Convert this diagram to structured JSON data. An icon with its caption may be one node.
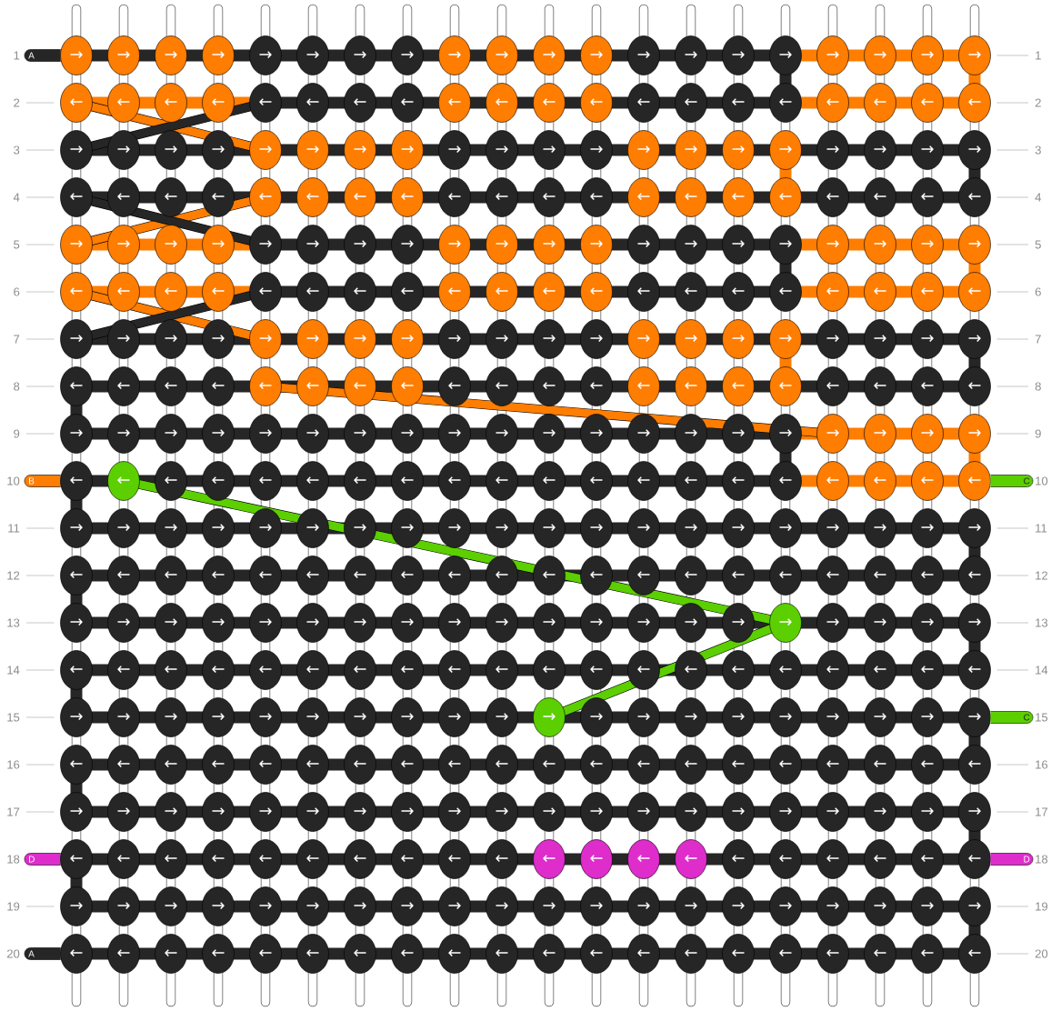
{
  "diagram": {
    "nodes": [
      {
        "text": [
          "A"
        ]
      },
      {
        "text": [
          "→"
        ]
      },
      {
        "text": [
          "→"
        ]
      },
      {
        "text": [
          "→"
        ]
      },
      {
        "text": [
          "→"
        ]
      },
      {
        "text": [
          "→"
        ]
      },
      {
        "text": [
          "→"
        ]
      },
      {
        "text": [
          "→"
        ]
      },
      {
        "text": [
          "→"
        ]
      },
      {
        "text": [
          "→"
        ]
      },
      {
        "text": [
          "→"
        ]
      },
      {
        "text": [
          "→"
        ]
      },
      {
        "text": [
          "→"
        ]
      },
      {
        "text": [
          "→"
        ]
      },
      {
        "text": [
          "→"
        ]
      },
      {
        "text": [
          "→"
        ]
      },
      {
        "text": [
          "→"
        ]
      },
      {
        "text": [
          "→"
        ]
      },
      {
        "text": [
          "→"
        ]
      },
      {
        "text": [
          "→"
        ]
      },
      {
        "text": [
          "→"
        ]
      },
      {
        "text": [
          "←"
        ]
      },
      {
        "text": [
          "←"
        ]
      },
      {
        "text": [
          "←"
        ]
      },
      {
        "text": [
          "←"
        ]
      },
      {
        "text": [
          "←"
        ]
      },
      {
        "text": [
          "←"
        ]
      },
      {
        "text": [
          "←"
        ]
      },
      {
        "text": [
          "←"
        ]
      },
      {
        "text": [
          "←"
        ]
      },
      {
        "text": [
          "←"
        ]
      },
      {
        "text": [
          "←"
        ]
      },
      {
        "text": [
          "←"
        ]
      },
      {
        "text": [
          "←"
        ]
      },
      {
        "text": [
          "←"
        ]
      },
      {
        "text": [
          "←"
        ]
      },
      {
        "text": [
          "←"
        ]
      },
      {
        "text": [
          "←"
        ]
      },
      {
        "text": [
          "←"
        ]
      },
      {
        "text": [
          "←"
        ]
      },
      {
        "text": [
          "←"
        ]
      },
      {
        "text": [
          "→"
        ]
      },
      {
        "text": [
          "→"
        ]
      },
      {
        "text": [
          "→"
        ]
      },
      {
        "text": [
          "→"
        ]
      },
      {
        "text": [
          "→"
        ]
      },
      {
        "text": [
          "→"
        ]
      },
      {
        "text": [
          "→"
        ]
      },
      {
        "text": [
          "→"
        ]
      },
      {
        "text": [
          "→"
        ]
      },
      {
        "text": [
          "→"
        ]
      },
      {
        "text": [
          "→"
        ]
      },
      {
        "text": [
          "→"
        ]
      },
      {
        "text": [
          "→"
        ]
      },
      {
        "text": [
          "→"
        ]
      },
      {
        "text": [
          "→"
        ]
      },
      {
        "text": [
          "→"
        ]
      },
      {
        "text": [
          "→"
        ]
      },
      {
        "text": [
          "→"
        ]
      },
      {
        "text": [
          "→"
        ]
      },
      {
        "text": [
          "→"
        ]
      },
      {
        "text": [
          "←"
        ]
      },
      {
        "text": [
          "←"
        ]
      },
      {
        "text": [
          "←"
        ]
      },
      {
        "text": [
          "←"
        ]
      },
      {
        "text": [
          "←"
        ]
      },
      {
        "text": [
          "←"
        ]
      },
      {
        "text": [
          "←"
        ]
      },
      {
        "text": [
          "←"
        ]
      },
      {
        "text": [
          "←"
        ]
      },
      {
        "text": [
          "←"
        ]
      },
      {
        "text": [
          "←"
        ]
      },
      {
        "text": [
          "←"
        ]
      },
      {
        "text": [
          "←"
        ]
      },
      {
        "text": [
          "←"
        ]
      },
      {
        "text": [
          "←"
        ]
      },
      {
        "text": [
          "←"
        ]
      },
      {
        "text": [
          "←"
        ]
      },
      {
        "text": [
          "←"
        ]
      },
      {
        "text": [
          "←"
        ]
      },
      {
        "text": [
          "←"
        ]
      },
      {
        "text": [
          "→"
        ]
      },
      {
        "text": [
          "→"
        ]
      },
      {
        "text": [
          "→"
        ]
      },
      {
        "text": [
          "→"
        ]
      },
      {
        "text": [
          "→"
        ]
      },
      {
        "text": [
          "→"
        ]
      },
      {
        "text": [
          "→"
        ]
      },
      {
        "text": [
          "→"
        ]
      },
      {
        "text": [
          "→"
        ]
      },
      {
        "text": [
          "→"
        ]
      },
      {
        "text": [
          "→"
        ]
      },
      {
        "text": [
          "→"
        ]
      },
      {
        "text": [
          "→"
        ]
      },
      {
        "text": [
          "→"
        ]
      },
      {
        "text": [
          "→"
        ]
      },
      {
        "text": [
          "→"
        ]
      },
      {
        "text": [
          "→"
        ]
      },
      {
        "text": [
          "→"
        ]
      },
      {
        "text": [
          "→"
        ]
      },
      {
        "text": [
          "→"
        ]
      },
      {
        "text": [
          "←"
        ]
      },
      {
        "text": [
          "←"
        ]
      },
      {
        "text": [
          "←"
        ]
      },
      {
        "text": [
          "←"
        ]
      },
      {
        "text": [
          "←"
        ]
      },
      {
        "text": [
          "←"
        ]
      },
      {
        "text": [
          "←"
        ]
      },
      {
        "text": [
          "←"
        ]
      },
      {
        "text": [
          "←"
        ]
      },
      {
        "text": [
          "←"
        ]
      },
      {
        "text": [
          "←"
        ]
      },
      {
        "text": [
          "←"
        ]
      },
      {
        "text": [
          "←"
        ]
      },
      {
        "text": [
          "←"
        ]
      },
      {
        "text": [
          "←"
        ]
      },
      {
        "text": [
          "←"
        ]
      },
      {
        "text": [
          "←"
        ]
      },
      {
        "text": [
          "←"
        ]
      },
      {
        "text": [
          "←"
        ]
      },
      {
        "text": [
          "←"
        ]
      },
      {
        "text": [
          "→"
        ]
      },
      {
        "text": [
          "→"
        ]
      },
      {
        "text": [
          "→"
        ]
      },
      {
        "text": [
          "→"
        ]
      },
      {
        "text": [
          "→"
        ]
      },
      {
        "text": [
          "→"
        ]
      },
      {
        "text": [
          "→"
        ]
      },
      {
        "text": [
          "→"
        ]
      },
      {
        "text": [
          "→"
        ]
      },
      {
        "text": [
          "→"
        ]
      },
      {
        "text": [
          "→"
        ]
      },
      {
        "text": [
          "→"
        ]
      },
      {
        "text": [
          "→"
        ]
      },
      {
        "text": [
          "→"
        ]
      },
      {
        "text": [
          "→"
        ]
      },
      {
        "text": [
          "→"
        ]
      },
      {
        "text": [
          "→"
        ]
      },
      {
        "text": [
          "→"
        ]
      },
      {
        "text": [
          "→"
        ]
      },
      {
        "text": [
          "→"
        ]
      },
      {
        "text": [
          "←"
        ]
      },
      {
        "text": [
          "←"
        ]
      },
      {
        "text": [
          "←"
        ]
      },
      {
        "text": [
          "←"
        ]
      },
      {
        "text": [
          "←"
        ]
      },
      {
        "text": [
          "←"
        ]
      },
      {
        "text": [
          "←"
        ]
      },
      {
        "text": [
          "←"
        ]
      },
      {
        "text": [
          "←"
        ]
      },
      {
        "text": [
          "←"
        ]
      },
      {
        "text": [
          "←"
        ]
      },
      {
        "text": [
          "←"
        ]
      },
      {
        "text": [
          "←"
        ]
      },
      {
        "text": [
          "←"
        ]
      },
      {
        "text": [
          "←"
        ]
      },
      {
        "text": [
          "←"
        ]
      },
      {
        "text": [
          "←"
        ]
      },
      {
        "text": [
          "←"
        ]
      },
      {
        "text": [
          "←"
        ]
      },
      {
        "text": [
          "←"
        ]
      },
      {
        "text": [
          "→"
        ]
      },
      {
        "text": [
          "→"
        ]
      },
      {
        "text": [
          "→"
        ]
      },
      {
        "text": [
          "→"
        ]
      },
      {
        "text": [
          "→"
        ]
      },
      {
        "text": [
          "→"
        ]
      },
      {
        "text": [
          "→"
        ]
      },
      {
        "text": [
          "→"
        ]
      },
      {
        "text": [
          "→"
        ]
      },
      {
        "text": [
          "→"
        ]
      },
      {
        "text": [
          "→"
        ]
      },
      {
        "text": [
          "→"
        ]
      },
      {
        "text": [
          "→"
        ]
      },
      {
        "text": [
          "→"
        ]
      },
      {
        "text": [
          "→"
        ]
      },
      {
        "text": [
          "→"
        ]
      },
      {
        "text": [
          "→"
        ]
      },
      {
        "text": [
          "→"
        ]
      },
      {
        "text": [
          "→"
        ]
      },
      {
        "text": [
          "→"
        ]
      },
      {
        "text": [
          "B"
        ]
      },
      {
        "text": [
          "←"
        ]
      },
      {
        "text": [
          "←"
        ]
      },
      {
        "text": [
          "←"
        ]
      },
      {
        "text": [
          "←"
        ]
      },
      {
        "text": [
          "←"
        ]
      },
      {
        "text": [
          "←"
        ]
      },
      {
        "text": [
          "←"
        ]
      },
      {
        "text": [
          "←"
        ]
      },
      {
        "text": [
          "←"
        ]
      },
      {
        "text": [
          "←"
        ]
      },
      {
        "text": [
          "←"
        ]
      },
      {
        "text": [
          "←"
        ]
      },
      {
        "text": [
          "←"
        ]
      },
      {
        "text": [
          "←"
        ]
      },
      {
        "text": [
          "←"
        ]
      },
      {
        "text": [
          "←"
        ]
      },
      {
        "text": [
          "←"
        ]
      },
      {
        "text": [
          "←"
        ]
      },
      {
        "text": [
          "←"
        ]
      },
      {
        "text": [
          "←"
        ]
      },
      {
        "text": [
          "C"
        ]
      },
      {
        "text": [
          "→"
        ]
      },
      {
        "text": [
          "→"
        ]
      },
      {
        "text": [
          "→"
        ]
      },
      {
        "text": [
          "→"
        ]
      },
      {
        "text": [
          "→"
        ]
      },
      {
        "text": [
          "→"
        ]
      },
      {
        "text": [
          "→"
        ]
      },
      {
        "text": [
          "→"
        ]
      },
      {
        "text": [
          "→"
        ]
      },
      {
        "text": [
          "→"
        ]
      },
      {
        "text": [
          "→"
        ]
      },
      {
        "text": [
          "→"
        ]
      },
      {
        "text": [
          "→"
        ]
      },
      {
        "text": [
          "→"
        ]
      },
      {
        "text": [
          "→"
        ]
      },
      {
        "text": [
          "→"
        ]
      },
      {
        "text": [
          "→"
        ]
      },
      {
        "text": [
          "→"
        ]
      },
      {
        "text": [
          "→"
        ]
      },
      {
        "text": [
          "→"
        ]
      },
      {
        "text": [
          "←"
        ]
      },
      {
        "text": [
          "←"
        ]
      },
      {
        "text": [
          "←"
        ]
      },
      {
        "text": [
          "←"
        ]
      },
      {
        "text": [
          "←"
        ]
      },
      {
        "text": [
          "←"
        ]
      },
      {
        "text": [
          "←"
        ]
      },
      {
        "text": [
          "←"
        ]
      },
      {
        "text": [
          "←"
        ]
      },
      {
        "text": [
          "←"
        ]
      },
      {
        "text": [
          "←"
        ]
      },
      {
        "text": [
          "←"
        ]
      },
      {
        "text": [
          "←"
        ]
      },
      {
        "text": [
          "←"
        ]
      },
      {
        "text": [
          "←"
        ]
      },
      {
        "text": [
          "←"
        ]
      },
      {
        "text": [
          "←"
        ]
      },
      {
        "text": [
          "←"
        ]
      },
      {
        "text": [
          "←"
        ]
      },
      {
        "text": [
          "←"
        ]
      },
      {
        "text": [
          "→"
        ]
      },
      {
        "text": [
          "→"
        ]
      },
      {
        "text": [
          "→"
        ]
      },
      {
        "text": [
          "→"
        ]
      },
      {
        "text": [
          "→"
        ]
      },
      {
        "text": [
          "→"
        ]
      },
      {
        "text": [
          "→"
        ]
      },
      {
        "text": [
          "→"
        ]
      },
      {
        "text": [
          "→"
        ]
      },
      {
        "text": [
          "→"
        ]
      },
      {
        "text": [
          "→"
        ]
      },
      {
        "text": [
          "→"
        ]
      },
      {
        "text": [
          "→"
        ]
      },
      {
        "text": [
          "→"
        ]
      },
      {
        "text": [
          "→"
        ]
      },
      {
        "text": [
          "→"
        ]
      },
      {
        "text": [
          "→"
        ]
      },
      {
        "text": [
          "→"
        ]
      },
      {
        "text": [
          "→"
        ]
      },
      {
        "text": [
          "→"
        ]
      },
      {
        "text": [
          "←"
        ]
      },
      {
        "text": [
          "←"
        ]
      },
      {
        "text": [
          "←"
        ]
      },
      {
        "text": [
          "←"
        ]
      },
      {
        "text": [
          "←"
        ]
      },
      {
        "text": [
          "←"
        ]
      },
      {
        "text": [
          "←"
        ]
      },
      {
        "text": [
          "←"
        ]
      },
      {
        "text": [
          "←"
        ]
      },
      {
        "text": [
          "←"
        ]
      },
      {
        "text": [
          "←"
        ]
      },
      {
        "text": [
          "←"
        ]
      },
      {
        "text": [
          "←"
        ]
      },
      {
        "text": [
          "←"
        ]
      },
      {
        "text": [
          "←"
        ]
      },
      {
        "text": [
          "←"
        ]
      },
      {
        "text": [
          "←"
        ]
      },
      {
        "text": [
          "←"
        ]
      },
      {
        "text": [
          "←"
        ]
      },
      {
        "text": [
          "←"
        ]
      },
      {
        "text": [
          "→"
        ]
      },
      {
        "text": [
          "→"
        ]
      },
      {
        "text": [
          "→"
        ]
      },
      {
        "text": [
          "→"
        ]
      },
      {
        "text": [
          "→"
        ]
      },
      {
        "text": [
          "→"
        ]
      },
      {
        "text": [
          "→"
        ]
      },
      {
        "text": [
          "→"
        ]
      },
      {
        "text": [
          "→"
        ]
      },
      {
        "text": [
          "→"
        ]
      },
      {
        "text": [
          "→"
        ]
      },
      {
        "text": [
          "→"
        ]
      },
      {
        "text": [
          "→"
        ]
      },
      {
        "text": [
          "→"
        ]
      },
      {
        "text": [
          "→"
        ]
      },
      {
        "text": [
          "→"
        ]
      },
      {
        "text": [
          "→"
        ]
      },
      {
        "text": [
          "→"
        ]
      },
      {
        "text": [
          "→"
        ]
      },
      {
        "text": [
          "→"
        ]
      },
      {
        "text": [
          "C"
        ]
      },
      {
        "text": [
          "←"
        ]
      },
      {
        "text": [
          "←"
        ]
      },
      {
        "text": [
          "←"
        ]
      },
      {
        "text": [
          "←"
        ]
      },
      {
        "text": [
          "←"
        ]
      },
      {
        "text": [
          "←"
        ]
      },
      {
        "text": [
          "←"
        ]
      },
      {
        "text": [
          "←"
        ]
      },
      {
        "text": [
          "←"
        ]
      },
      {
        "text": [
          "←"
        ]
      },
      {
        "text": [
          "←"
        ]
      },
      {
        "text": [
          "←"
        ]
      },
      {
        "text": [
          "←"
        ]
      },
      {
        "text": [
          "←"
        ]
      },
      {
        "text": [
          "←"
        ]
      },
      {
        "text": [
          "←"
        ]
      },
      {
        "text": [
          "←"
        ]
      },
      {
        "text": [
          "←"
        ]
      },
      {
        "text": [
          "←"
        ]
      },
      {
        "text": [
          "←"
        ]
      },
      {
        "text": [
          "→"
        ]
      },
      {
        "text": [
          "→"
        ]
      },
      {
        "text": [
          "→"
        ]
      },
      {
        "text": [
          "→"
        ]
      },
      {
        "text": [
          "→"
        ]
      },
      {
        "text": [
          "→"
        ]
      },
      {
        "text": [
          "→"
        ]
      },
      {
        "text": [
          "→"
        ]
      },
      {
        "text": [
          "→"
        ]
      },
      {
        "text": [
          "→"
        ]
      },
      {
        "text": [
          "→"
        ]
      },
      {
        "text": [
          "→"
        ]
      },
      {
        "text": [
          "→"
        ]
      },
      {
        "text": [
          "→"
        ]
      },
      {
        "text": [
          "→"
        ]
      },
      {
        "text": [
          "→"
        ]
      },
      {
        "text": [
          "→"
        ]
      },
      {
        "text": [
          "→"
        ]
      },
      {
        "text": [
          "→"
        ]
      },
      {
        "text": [
          "→"
        ]
      },
      {
        "text": [
          "D"
        ]
      },
      {
        "text": [
          "←"
        ]
      },
      {
        "text": [
          "←"
        ]
      },
      {
        "text": [
          "←"
        ]
      },
      {
        "text": [
          "←"
        ]
      },
      {
        "text": [
          "←"
        ]
      },
      {
        "text": [
          "←"
        ]
      },
      {
        "text": [
          "←"
        ]
      },
      {
        "text": [
          "←"
        ]
      },
      {
        "text": [
          "←"
        ]
      },
      {
        "text": [
          "←"
        ]
      },
      {
        "text": [
          "←"
        ]
      },
      {
        "text": [
          "←"
        ]
      },
      {
        "text": [
          "←"
        ]
      },
      {
        "text": [
          "←"
        ]
      },
      {
        "text": [
          "←"
        ]
      },
      {
        "text": [
          "←"
        ]
      },
      {
        "text": [
          "←"
        ]
      },
      {
        "text": [
          "←"
        ]
      },
      {
        "text": [
          "←"
        ]
      },
      {
        "text": [
          "←"
        ]
      },
      {
        "text": [
          "D"
        ]
      },
      {
        "text": [
          "→"
        ]
      },
      {
        "text": [
          "→"
        ]
      },
      {
        "text": [
          "→"
        ]
      },
      {
        "text": [
          "→"
        ]
      },
      {
        "text": [
          "→"
        ]
      },
      {
        "text": [
          "→"
        ]
      },
      {
        "text": [
          "→"
        ]
      },
      {
        "text": [
          "→"
        ]
      },
      {
        "text": [
          "→"
        ]
      },
      {
        "text": [
          "→"
        ]
      },
      {
        "text": [
          "→"
        ]
      },
      {
        "text": [
          "→"
        ]
      },
      {
        "text": [
          "→"
        ]
      },
      {
        "text": [
          "→"
        ]
      },
      {
        "text": [
          "→"
        ]
      },
      {
        "text": [
          "→"
        ]
      },
      {
        "text": [
          "→"
        ]
      },
      {
        "text": [
          "→"
        ]
      },
      {
        "text": [
          "→"
        ]
      },
      {
        "text": [
          "→"
        ]
      },
      {
        "text": [
          "A"
        ]
      },
      {
        "text": [
          "←"
        ]
      },
      {
        "text": [
          "←"
        ]
      },
      {
        "text": [
          "←"
        ]
      },
      {
        "text": [
          "←"
        ]
      },
      {
        "text": [
          "←"
        ]
      },
      {
        "text": [
          "←"
        ]
      },
      {
        "text": [
          "←"
        ]
      },
      {
        "text": [
          "←"
        ]
      },
      {
        "text": [
          "←"
        ]
      },
      {
        "text": [
          "←"
        ]
      },
      {
        "text": [
          "←"
        ]
      },
      {
        "text": [
          "←"
        ]
      },
      {
        "text": [
          "←"
        ]
      },
      {
        "text": [
          "←"
        ]
      },
      {
        "text": [
          "←"
        ]
      },
      {
        "text": [
          "←"
        ]
      },
      {
        "text": [
          "←"
        ]
      },
      {
        "text": [
          "←"
        ]
      },
      {
        "text": [
          "←"
        ]
      },
      {
        "text": [
          "←"
        ]
      }
    ],
    "labels": [
      "1",
      "1",
      "2",
      "2",
      "3",
      "3",
      "4",
      "4",
      "5",
      "5",
      "6",
      "6",
      "7",
      "7",
      "8",
      "8",
      "9",
      "9",
      "10",
      "10",
      "11",
      "11",
      "12",
      "12",
      "13",
      "13",
      "14",
      "14",
      "15",
      "15",
      "16",
      "16",
      "17",
      "17",
      "18",
      "18",
      "19",
      "19",
      "20",
      "20"
    ]
  }
}
